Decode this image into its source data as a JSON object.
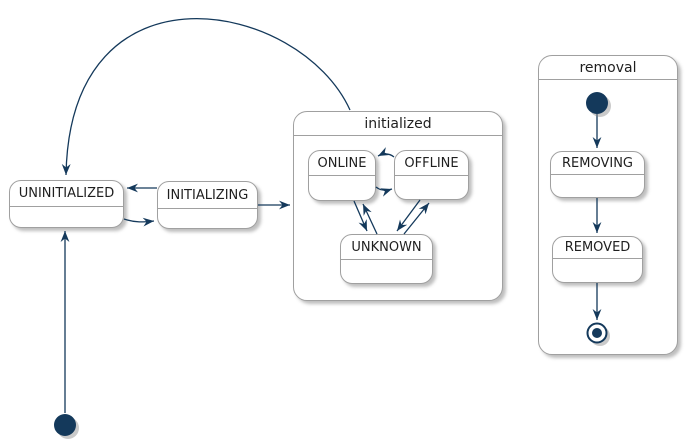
{
  "diagram": {
    "type": "state-machine",
    "states": {
      "uninitialized": {
        "label": "UNINITIALIZED"
      },
      "initializing": {
        "label": "INITIALIZING"
      },
      "initialized": {
        "label": "initialized",
        "kind": "composite",
        "children": [
          "ONLINE",
          "OFFLINE",
          "UNKNOWN"
        ]
      },
      "online": {
        "label": "ONLINE"
      },
      "offline": {
        "label": "OFFLINE"
      },
      "unknown": {
        "label": "UNKNOWN"
      },
      "removal": {
        "label": "removal",
        "kind": "composite",
        "children": [
          "REMOVING",
          "REMOVED"
        ]
      },
      "removing": {
        "label": "REMOVING"
      },
      "removed": {
        "label": "REMOVED"
      }
    },
    "pseudostates": {
      "main_start": {
        "kind": "initial"
      },
      "removal_start": {
        "kind": "initial"
      },
      "removal_end": {
        "kind": "final"
      }
    },
    "transitions": [
      {
        "from": "main_start",
        "to": "UNINITIALIZED"
      },
      {
        "from": "initialized",
        "to": "UNINITIALIZED"
      },
      {
        "from": "INITIALIZING",
        "to": "UNINITIALIZED"
      },
      {
        "from": "UNINITIALIZED",
        "to": "INITIALIZING"
      },
      {
        "from": "INITIALIZING",
        "to": "initialized"
      },
      {
        "from": "OFFLINE",
        "to": "ONLINE"
      },
      {
        "from": "ONLINE",
        "to": "OFFLINE"
      },
      {
        "from": "ONLINE",
        "to": "UNKNOWN"
      },
      {
        "from": "UNKNOWN",
        "to": "ONLINE"
      },
      {
        "from": "OFFLINE",
        "to": "UNKNOWN"
      },
      {
        "from": "UNKNOWN",
        "to": "OFFLINE"
      },
      {
        "from": "removal_start",
        "to": "REMOVING"
      },
      {
        "from": "REMOVING",
        "to": "REMOVED"
      },
      {
        "from": "REMOVED",
        "to": "removal_end"
      }
    ],
    "colors": {
      "arrow": "#14395b",
      "state_border": "#a0a0a0",
      "state_fill": "#ffffff",
      "text": "#1f1f1f",
      "background": "#ffffff"
    }
  }
}
